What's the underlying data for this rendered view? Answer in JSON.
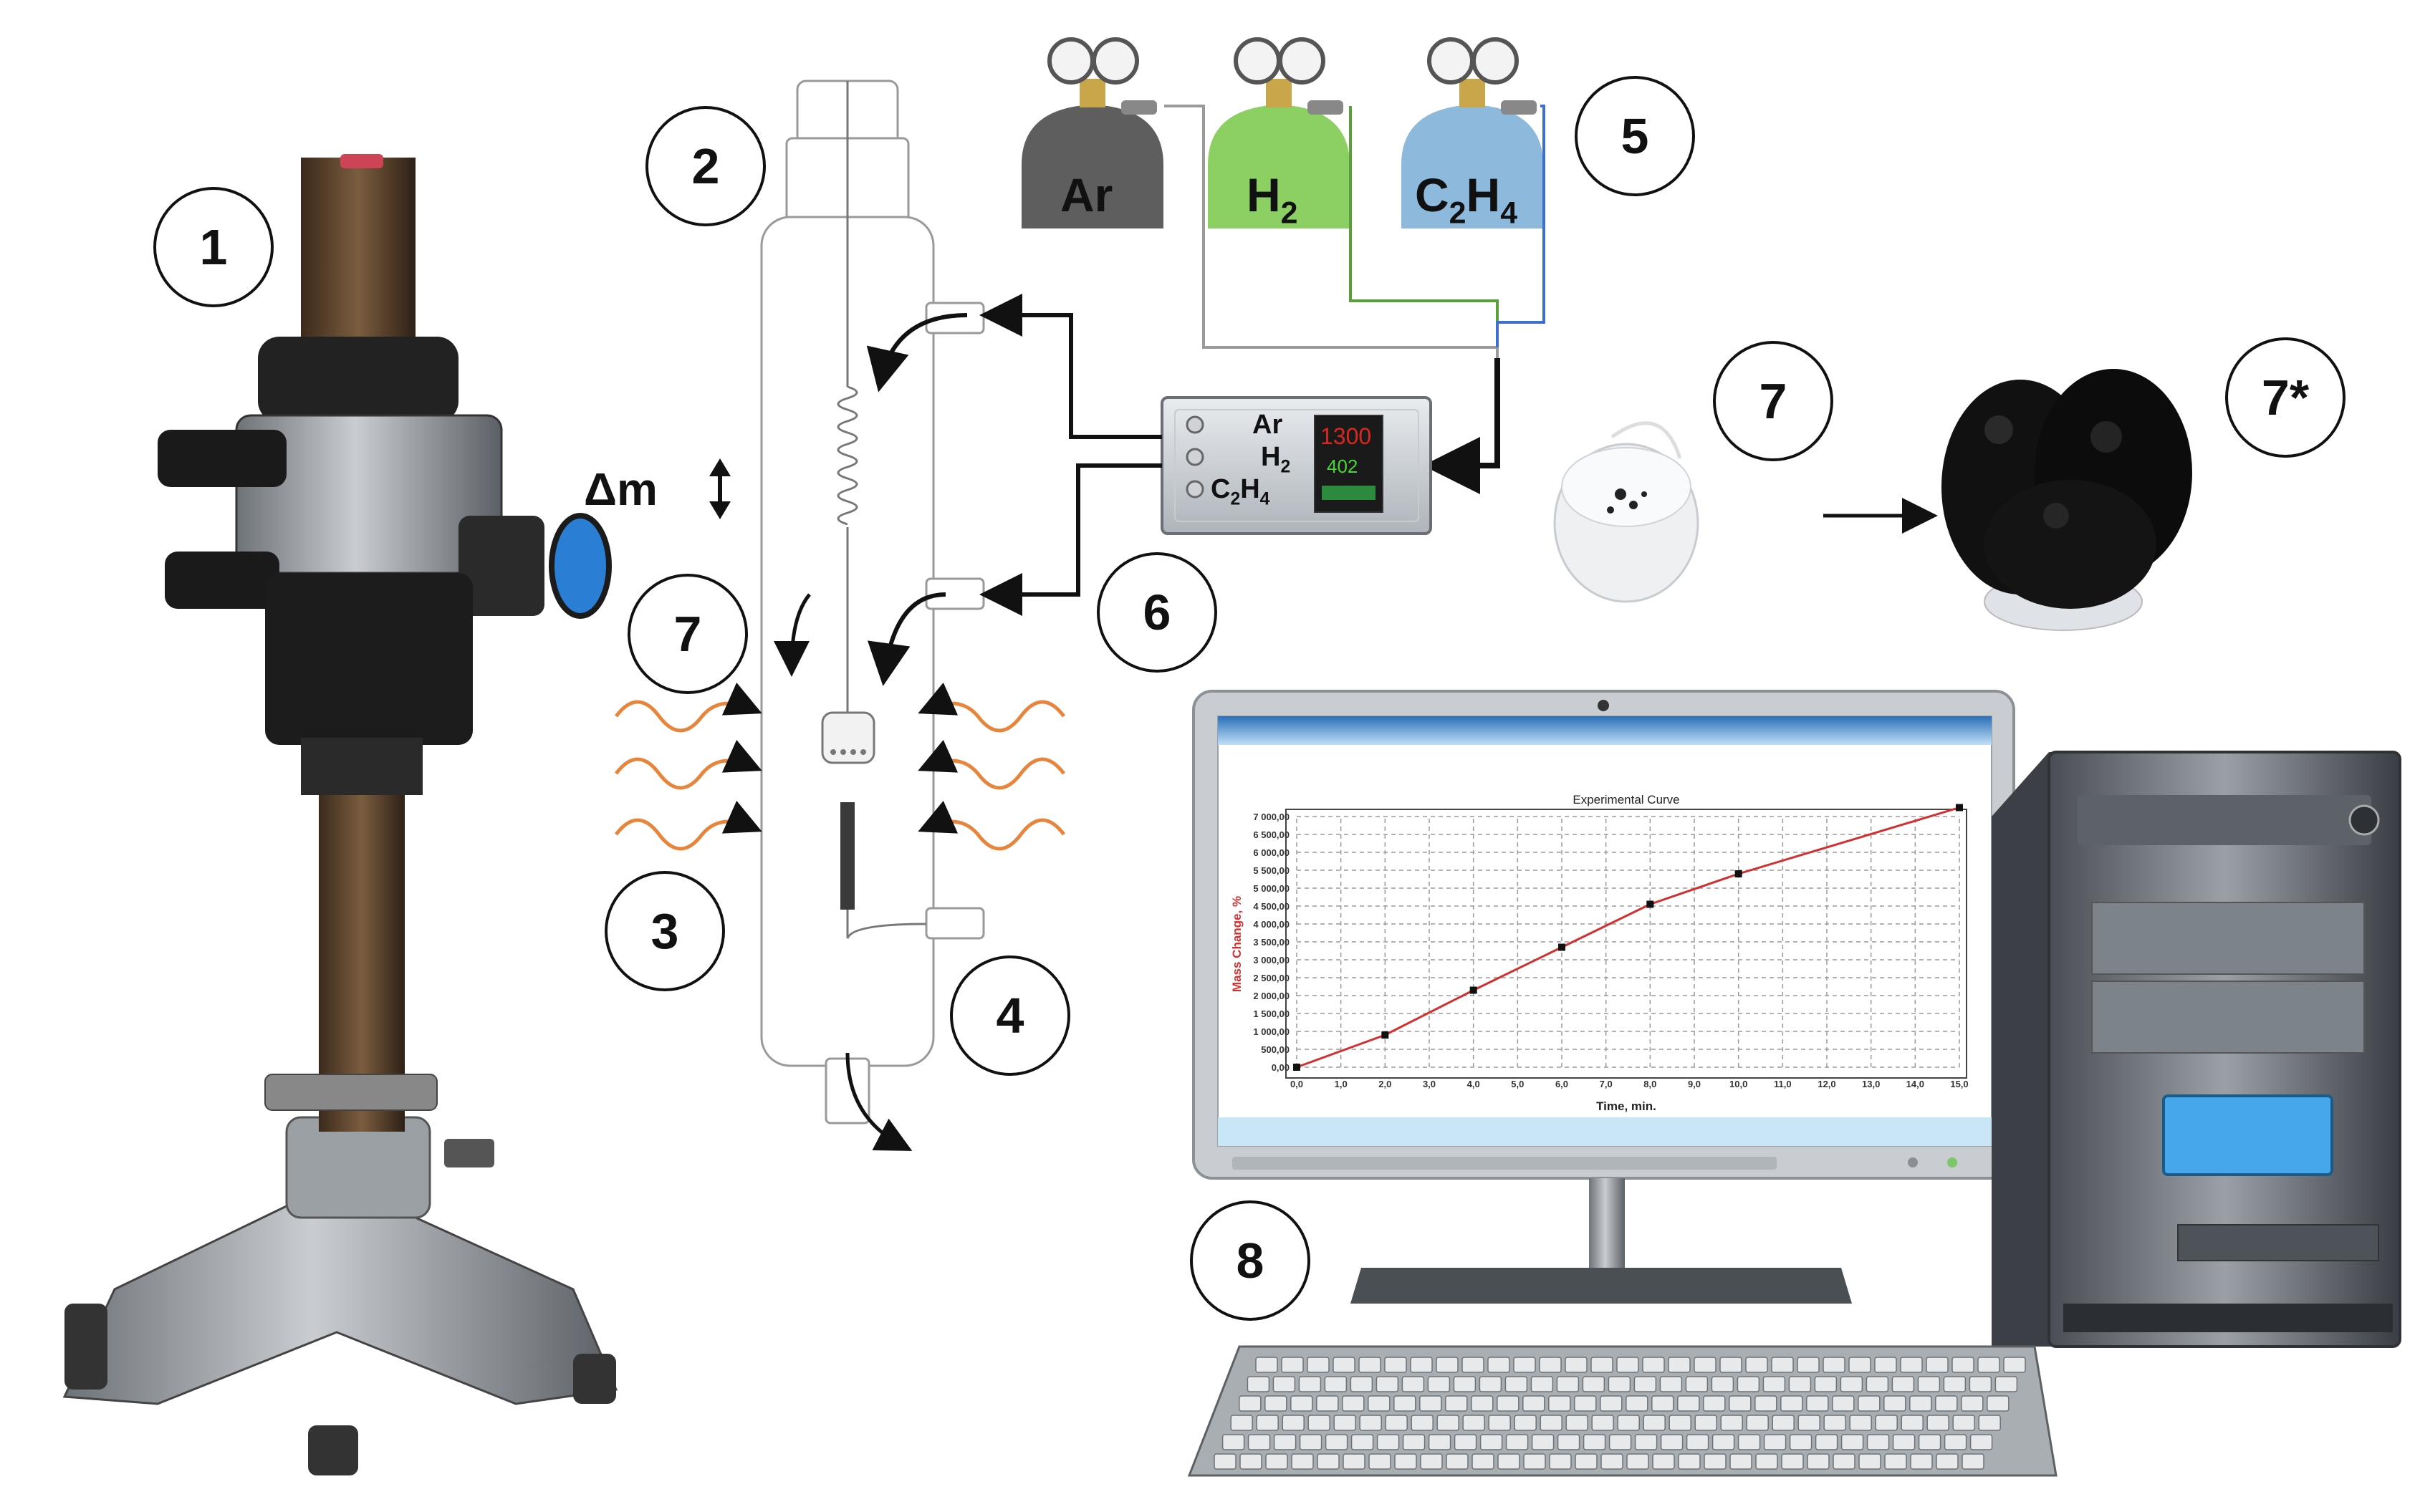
{
  "callouts": {
    "c1": "1",
    "c2": "2",
    "c3": "3",
    "c4": "4",
    "c5": "5",
    "c6": "6",
    "c7_reactor": "7",
    "c7_sample": "7",
    "c7_star": "7*",
    "c8": "8"
  },
  "delta_m": "Δm",
  "gases": [
    {
      "label": "Ar",
      "sub": "",
      "color": "#5e5e5e"
    },
    {
      "label": "H",
      "sub": "2",
      "color": "#8ccf63"
    },
    {
      "label": "C",
      "sub": "2",
      "label2": "H",
      "sub2": "4",
      "color": "#8db9dc"
    }
  ],
  "controller": {
    "rows": [
      {
        "label": "Ar",
        "sub": ""
      },
      {
        "label": "H",
        "sub": "2"
      },
      {
        "label": "C",
        "sub": "2",
        "label2": "H",
        "sub2": "4"
      }
    ],
    "display_top": "1300",
    "display_bottom": "402"
  },
  "line_colors": {
    "ar": "#9a9a9a",
    "h2": "#5aa03a",
    "c2h4": "#3d6fd1",
    "heat": "#e8853c"
  },
  "chart_data": {
    "type": "line",
    "title": "Experimental Curve",
    "xlabel": "Time, min.",
    "ylabel": "Mass Change, %",
    "x": [
      0,
      2,
      4,
      6,
      8,
      10,
      15
    ],
    "series": [
      {
        "values": [
          0,
          900,
          2150,
          3350,
          4550,
          5400,
          7250
        ]
      }
    ],
    "xlim": [
      0,
      15
    ],
    "ylim": [
      0,
      7000
    ],
    "xticks": [
      "0,0",
      "1,0",
      "2,0",
      "3,0",
      "4,0",
      "5,0",
      "6,0",
      "7,0",
      "8,0",
      "9,0",
      "10,0",
      "11,0",
      "12,0",
      "13,0",
      "14,0",
      "15,0"
    ],
    "yticks": [
      "0,00",
      "500,00",
      "1 000,00",
      "1 500,00",
      "2 000,00",
      "2 500,00",
      "3 000,00",
      "3 500,00",
      "4 000,00",
      "4 500,00",
      "5 000,00",
      "5 500,00",
      "6 000,00",
      "6 500,00",
      "7 000,00"
    ],
    "grid": true,
    "line_color": "#d32f2f"
  }
}
